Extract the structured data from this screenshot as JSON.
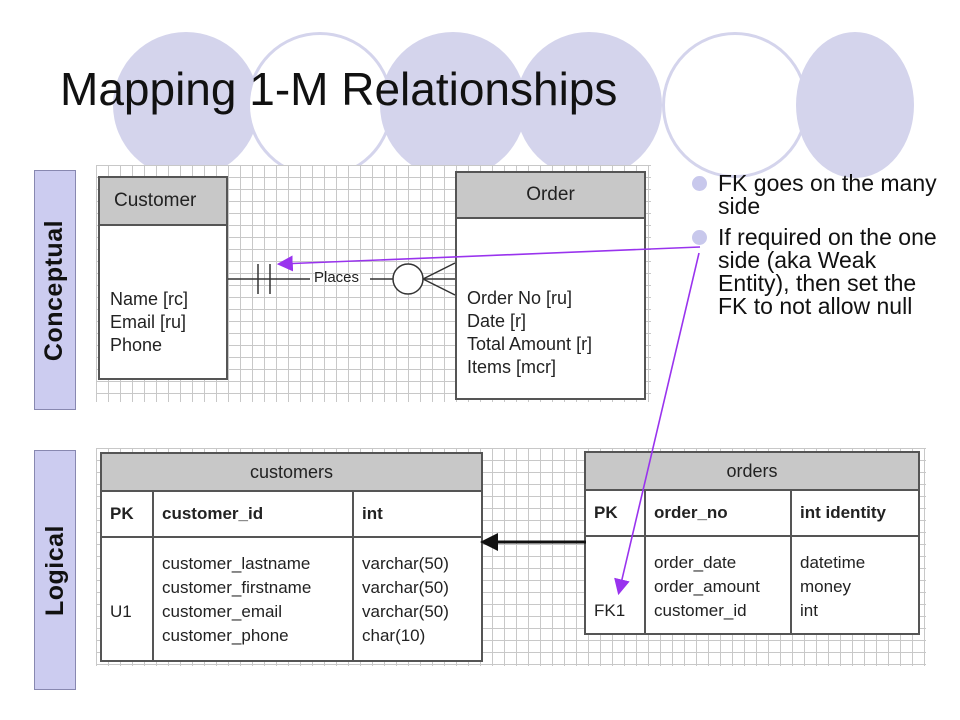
{
  "slide": {
    "title": "Mapping 1-M Relationships"
  },
  "side_labels": {
    "conceptual": "Conceptual",
    "logical": "Logical"
  },
  "conceptual": {
    "customer": {
      "name": "Customer",
      "attributes": [
        "Name [rc]",
        "Email [ru]",
        "Phone"
      ]
    },
    "order": {
      "name": "Order",
      "attributes": [
        "Order No [ru]",
        "Date [r]",
        "Total Amount [r]",
        "Items [mcr]"
      ]
    },
    "relationship": "Places"
  },
  "logical": {
    "customers": {
      "name": "customers",
      "pk_label": "PK",
      "pk_column": "customer_id",
      "pk_type": "int",
      "key_labels": [
        "U1"
      ],
      "columns": [
        "customer_lastname",
        "customer_firstname",
        "customer_email",
        "customer_phone"
      ],
      "types": [
        "varchar(50)",
        "varchar(50)",
        "varchar(50)",
        "char(10)"
      ]
    },
    "orders": {
      "name": "orders",
      "pk_label": "PK",
      "pk_column": "order_no",
      "pk_type": "int identity",
      "key_labels": [
        "FK1"
      ],
      "columns": [
        "order_date",
        "order_amount",
        "customer_id"
      ],
      "types": [
        "datetime",
        "money",
        "int"
      ]
    }
  },
  "bullets": [
    "FK goes on the many side",
    "If required on the one side (aka Weak Entity), then set the FK to not allow null"
  ],
  "colors": {
    "accent_circle": "#d4d4ec",
    "side_label_bg": "#ccccf0",
    "header_gray": "#c8c8c8",
    "annotation_arrow": "#9933ee"
  }
}
